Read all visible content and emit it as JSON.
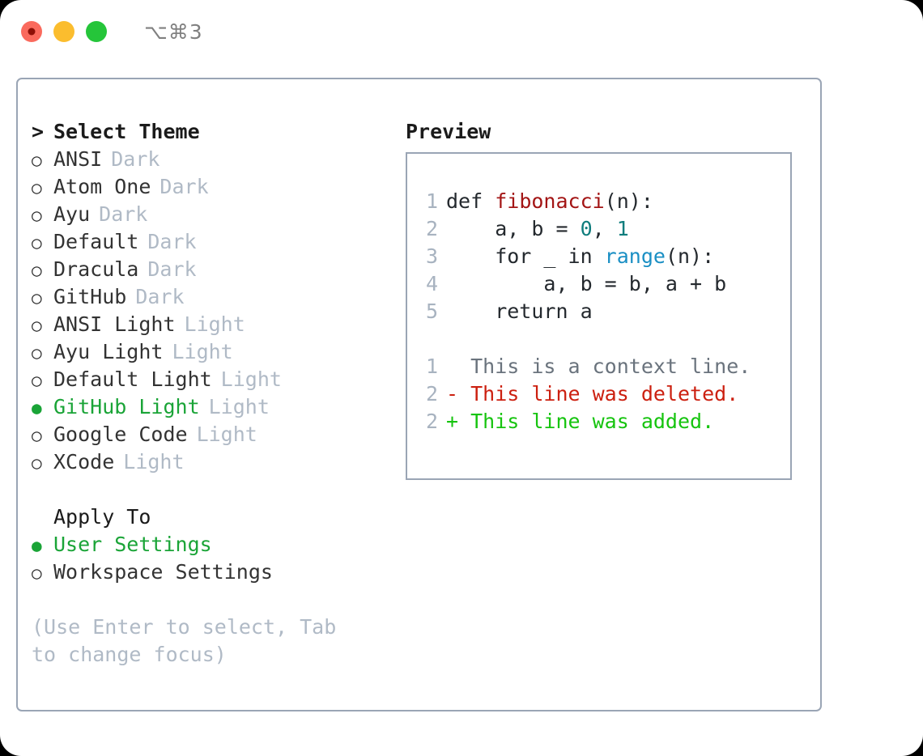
{
  "window": {
    "shortcut": "⌥⌘3",
    "traffic_lights": [
      {
        "name": "close",
        "color": "#fa6a5d",
        "recording": true
      },
      {
        "name": "minimize",
        "color": "#fbbd2e",
        "recording": false
      },
      {
        "name": "zoom",
        "color": "#25c53a",
        "recording": false
      }
    ]
  },
  "theme_list": {
    "header_marker": ">",
    "header": "Select Theme",
    "bullet_unselected": "○",
    "bullet_selected": "●",
    "items": [
      {
        "name": "ANSI",
        "variant": "Dark",
        "selected": false
      },
      {
        "name": "Atom One",
        "variant": "Dark",
        "selected": false
      },
      {
        "name": "Ayu",
        "variant": "Dark",
        "selected": false
      },
      {
        "name": "Default",
        "variant": "Dark",
        "selected": false
      },
      {
        "name": "Dracula",
        "variant": "Dark",
        "selected": false
      },
      {
        "name": "GitHub",
        "variant": "Dark",
        "selected": false
      },
      {
        "name": "ANSI Light",
        "variant": "Light",
        "selected": false
      },
      {
        "name": "Ayu Light",
        "variant": "Light",
        "selected": false
      },
      {
        "name": "Default Light",
        "variant": "Light",
        "selected": false
      },
      {
        "name": "GitHub Light",
        "variant": "Light",
        "selected": true
      },
      {
        "name": "Google Code",
        "variant": "Light",
        "selected": false
      },
      {
        "name": "XCode",
        "variant": "Light",
        "selected": false
      }
    ]
  },
  "apply_to": {
    "label": "Apply To",
    "items": [
      {
        "name": "User Settings",
        "selected": true
      },
      {
        "name": "Workspace Settings",
        "selected": false
      }
    ]
  },
  "hint": "(Use Enter to select, Tab to change focus)",
  "preview": {
    "title": "Preview",
    "code_lines": [
      {
        "num": "1",
        "tokens": [
          {
            "t": "def ",
            "c": "kw"
          },
          {
            "t": "fibonacci",
            "c": "fn"
          },
          {
            "t": "(n):",
            "c": "plain"
          }
        ]
      },
      {
        "num": "2",
        "tokens": [
          {
            "t": "    a, b = ",
            "c": "plain"
          },
          {
            "t": "0",
            "c": "num"
          },
          {
            "t": ", ",
            "c": "plain"
          },
          {
            "t": "1",
            "c": "num"
          }
        ]
      },
      {
        "num": "3",
        "tokens": [
          {
            "t": "    for _ in ",
            "c": "plain"
          },
          {
            "t": "range",
            "c": "builtin"
          },
          {
            "t": "(n):",
            "c": "plain"
          }
        ]
      },
      {
        "num": "4",
        "tokens": [
          {
            "t": "        a, b = b, a + b",
            "c": "plain"
          }
        ]
      },
      {
        "num": "5",
        "tokens": [
          {
            "t": "    return a",
            "c": "plain"
          }
        ]
      }
    ],
    "diff_lines": [
      {
        "num": "1",
        "sign": " ",
        "text": "This is a context line.",
        "kind": "diff-ctx"
      },
      {
        "num": "2",
        "sign": "-",
        "text": "This line was deleted.",
        "kind": "diff-del"
      },
      {
        "num": "2",
        "sign": "+",
        "text": "This line was added.",
        "kind": "diff-add"
      }
    ]
  },
  "colors": {
    "selected_green": "#1aa437",
    "diff_add_green": "#16c40f",
    "diff_del_red": "#cc2010",
    "function_red": "#a31515",
    "number_teal": "#0f7d7d",
    "builtin_blue": "#1a8fc4",
    "muted_grey": "#b0bac6",
    "border_grey": "#9aa5b5"
  }
}
